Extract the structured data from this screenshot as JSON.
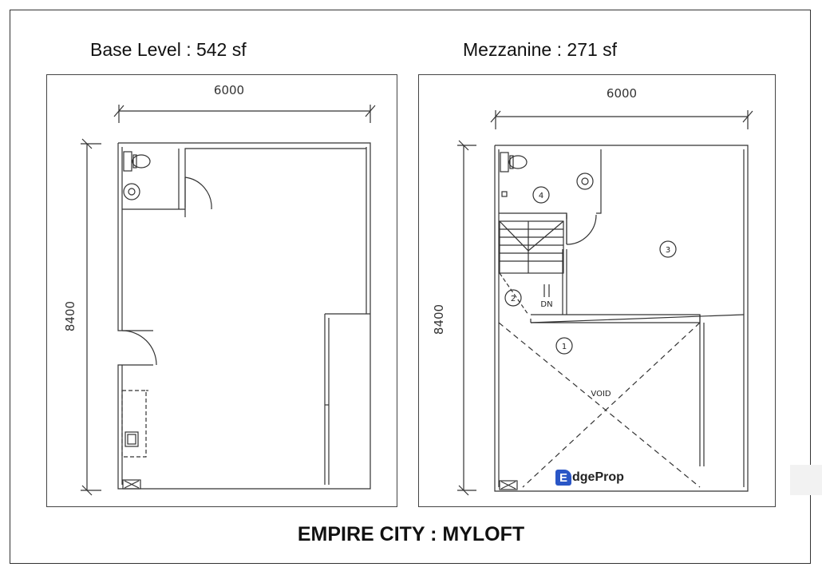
{
  "headings": {
    "base_level": "Base Level : 542 sf",
    "mezzanine": "Mezzanine : 271 sf"
  },
  "base_plan": {
    "width_dim": "6000",
    "height_dim": "8400"
  },
  "mezzanine_plan": {
    "width_dim": "6000",
    "height_dim": "8400",
    "room_labels": [
      "1",
      "2",
      "3",
      "4"
    ],
    "stair_label": "DN",
    "void_label": "VOID"
  },
  "logo": {
    "mark": "E",
    "text": "dgeProp",
    "icon": "edgeprop-logo-icon",
    "color": "#2a56c6"
  },
  "footer": {
    "title": "EMPIRE CITY : MYLOFT"
  }
}
